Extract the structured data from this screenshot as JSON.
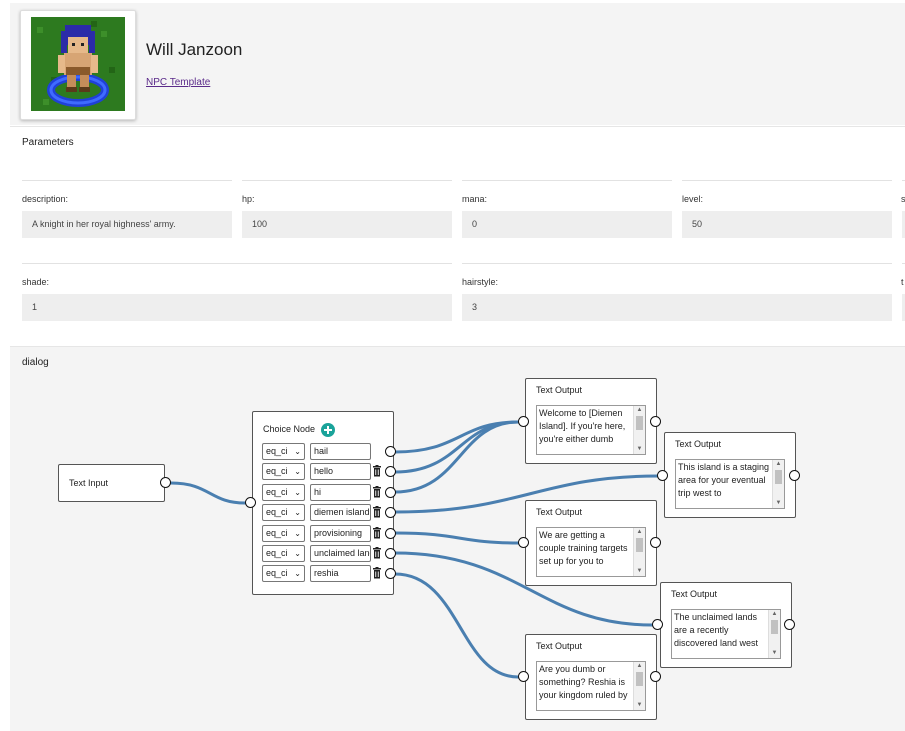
{
  "header": {
    "name": "Will Janzoon",
    "template_link": "NPC Template",
    "avatar_icon": "character-sprite-icon"
  },
  "parameters": {
    "title": "Parameters",
    "fields": [
      {
        "label": "description:",
        "value": "A knight in her royal highness' army."
      },
      {
        "label": "hp:",
        "value": "100"
      },
      {
        "label": "mana:",
        "value": "0"
      },
      {
        "label": "level:",
        "value": "50"
      },
      {
        "label": "shade:",
        "value": "1"
      },
      {
        "label": "hairstyle:",
        "value": "3"
      }
    ],
    "clipped_label_1": "s",
    "clipped_label_2": "t"
  },
  "dialog": {
    "title": "dialog",
    "text_input": {
      "label": "Text Input"
    },
    "choice_node": {
      "title": "Choice Node",
      "add_icon": "plus-circle-icon",
      "rows": [
        {
          "op": "eq_ci",
          "keyword": "hail",
          "deletable": false
        },
        {
          "op": "eq_ci",
          "keyword": "hello",
          "deletable": true
        },
        {
          "op": "eq_ci",
          "keyword": "hi",
          "deletable": true
        },
        {
          "op": "eq_ci",
          "keyword": "diemen island",
          "deletable": true
        },
        {
          "op": "eq_ci",
          "keyword": "provisioning",
          "deletable": true
        },
        {
          "op": "eq_ci",
          "keyword": "unclaimed lands",
          "deletable": true
        },
        {
          "op": "eq_ci",
          "keyword": "reshia",
          "deletable": true
        }
      ]
    },
    "outputs": [
      {
        "title": "Text Output",
        "text": "Welcome to [Diemen Island]. If you're here, you're either dumb"
      },
      {
        "title": "Text Output",
        "text": "This island is a staging area for your eventual trip west to"
      },
      {
        "title": "Text Output",
        "text": "We are getting a couple training targets set up for you to"
      },
      {
        "title": "Text Output",
        "text": "The unclaimed lands are a recently discovered land west"
      },
      {
        "title": "Text Output",
        "text": "Are you dumb or something? Reshia is your kingdom ruled by"
      }
    ]
  },
  "colors": {
    "wire": "#4a7fb0",
    "add_button": "#1aa39a",
    "link": "#5b2b8a"
  }
}
